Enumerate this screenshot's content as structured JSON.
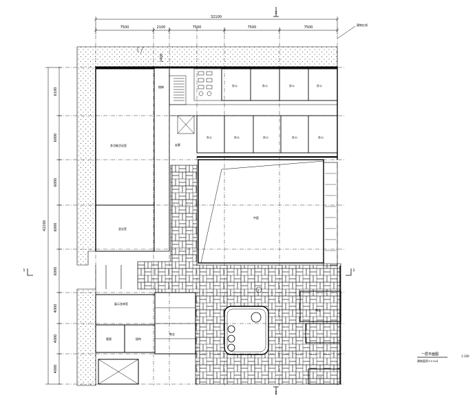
{
  "dimensions": {
    "overall_top": "32100",
    "top_segments": [
      "7500",
      "2100",
      "7500",
      "7500",
      "7500"
    ],
    "overall_left": "42200",
    "left_segments": [
      "6100",
      "6000",
      "6000",
      "6000",
      "6000",
      "4000",
      "4000",
      "4000"
    ],
    "small_vertical": "2400"
  },
  "section_markers": {
    "top": "2",
    "bottom": "2",
    "left": "1",
    "right": "1"
  },
  "callout": "建筑红线",
  "title": "一层平面图",
  "scale_note": "建筑面积×××㎡",
  "side_note": "1:100",
  "rooms": {
    "office_top": [
      "办公",
      "办公",
      "办公",
      "办公"
    ],
    "office_mid": [
      "办公",
      "办公",
      "办公",
      "办公",
      "办公"
    ],
    "main_hall": "多功能活动室",
    "west_room": "会议室",
    "court": "中庭",
    "corridor": "走廊",
    "stair": "楼梯",
    "south_west": "展示咨询室",
    "small_a": "管理",
    "small_b": "接待",
    "shop": "商业",
    "east_a": "商业",
    "east_b": "门卫"
  },
  "colors": {
    "line": "#000000",
    "background": "#ffffff"
  }
}
